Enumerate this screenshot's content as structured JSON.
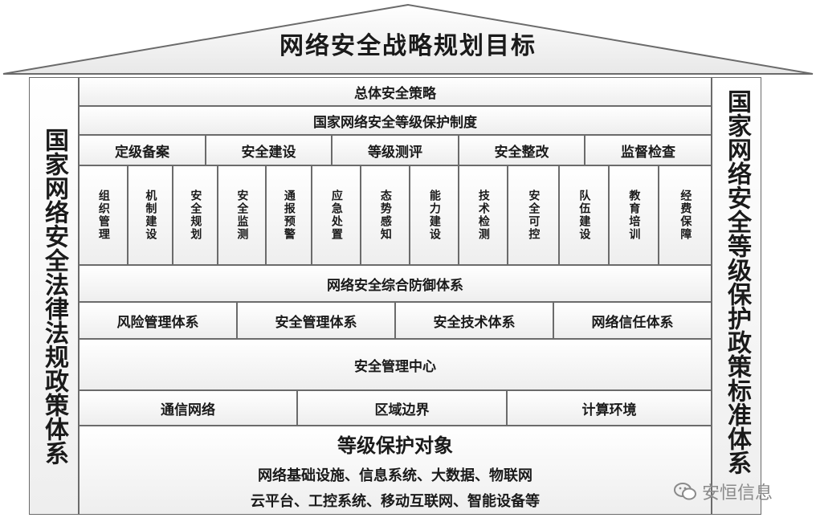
{
  "roof": {
    "title": "网络安全战略规划目标"
  },
  "left_pillar": "国家网络安全法律法规政策体系",
  "right_pillar": "国家网络安全等级保护政策标准体系",
  "layer_overall": "总体安全策略",
  "layer_system": "国家网络安全等级保护制度",
  "stages": [
    "定级备案",
    "安全建设",
    "等级测评",
    "安全整改",
    "监督检查"
  ],
  "mechanisms": [
    "组织管理",
    "机制建设",
    "安全规划",
    "安全监测",
    "通报预警",
    "应急处置",
    "态势感知",
    "能力建设",
    "技术检测",
    "安全可控",
    "队伍建设",
    "教育培训",
    "经费保障"
  ],
  "layer_defense": "网络安全综合防御体系",
  "defense_systems": [
    "风险管理体系",
    "安全管理体系",
    "安全技术体系",
    "网络信任体系"
  ],
  "layer_center": "安全管理中心",
  "infrastructure": [
    "通信网络",
    "区域边界",
    "计算环境"
  ],
  "protection_objects": {
    "title": "等级保护对象",
    "line1": "网络基础设施、信息系统、大数据、物联网",
    "line2": "云平台、工控系统、移动互联网、智能设备等"
  },
  "watermark": "安恒信息"
}
